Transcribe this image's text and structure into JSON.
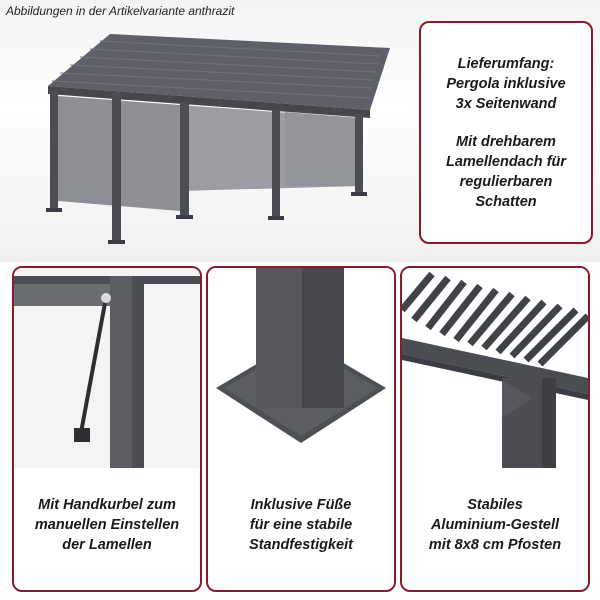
{
  "caption": "Abbildungen in der Artikelvariante anthrazit",
  "info": {
    "lines_a": [
      "Lieferumfang:",
      "Pergola inklusive",
      "3x Seitenwand"
    ],
    "lines_b": [
      "Mit drehbarem",
      "Lamellendach für",
      "regulierbaren",
      "Schatten"
    ]
  },
  "panels": [
    {
      "lines": [
        "Mit Handkurbel zum",
        "manuellen Einstellen",
        "der Lamellen"
      ]
    },
    {
      "lines": [
        "Inklusive Füße",
        "für eine stabile",
        "Standfestigkeit"
      ]
    },
    {
      "lines": [
        "Stabiles",
        "Aluminium-Gestell",
        "mit 8x8 cm Pfosten"
      ]
    }
  ],
  "colors": {
    "accent": "#8b1a2b",
    "frame": "#4a4d52",
    "wall": "#8c8f94"
  }
}
